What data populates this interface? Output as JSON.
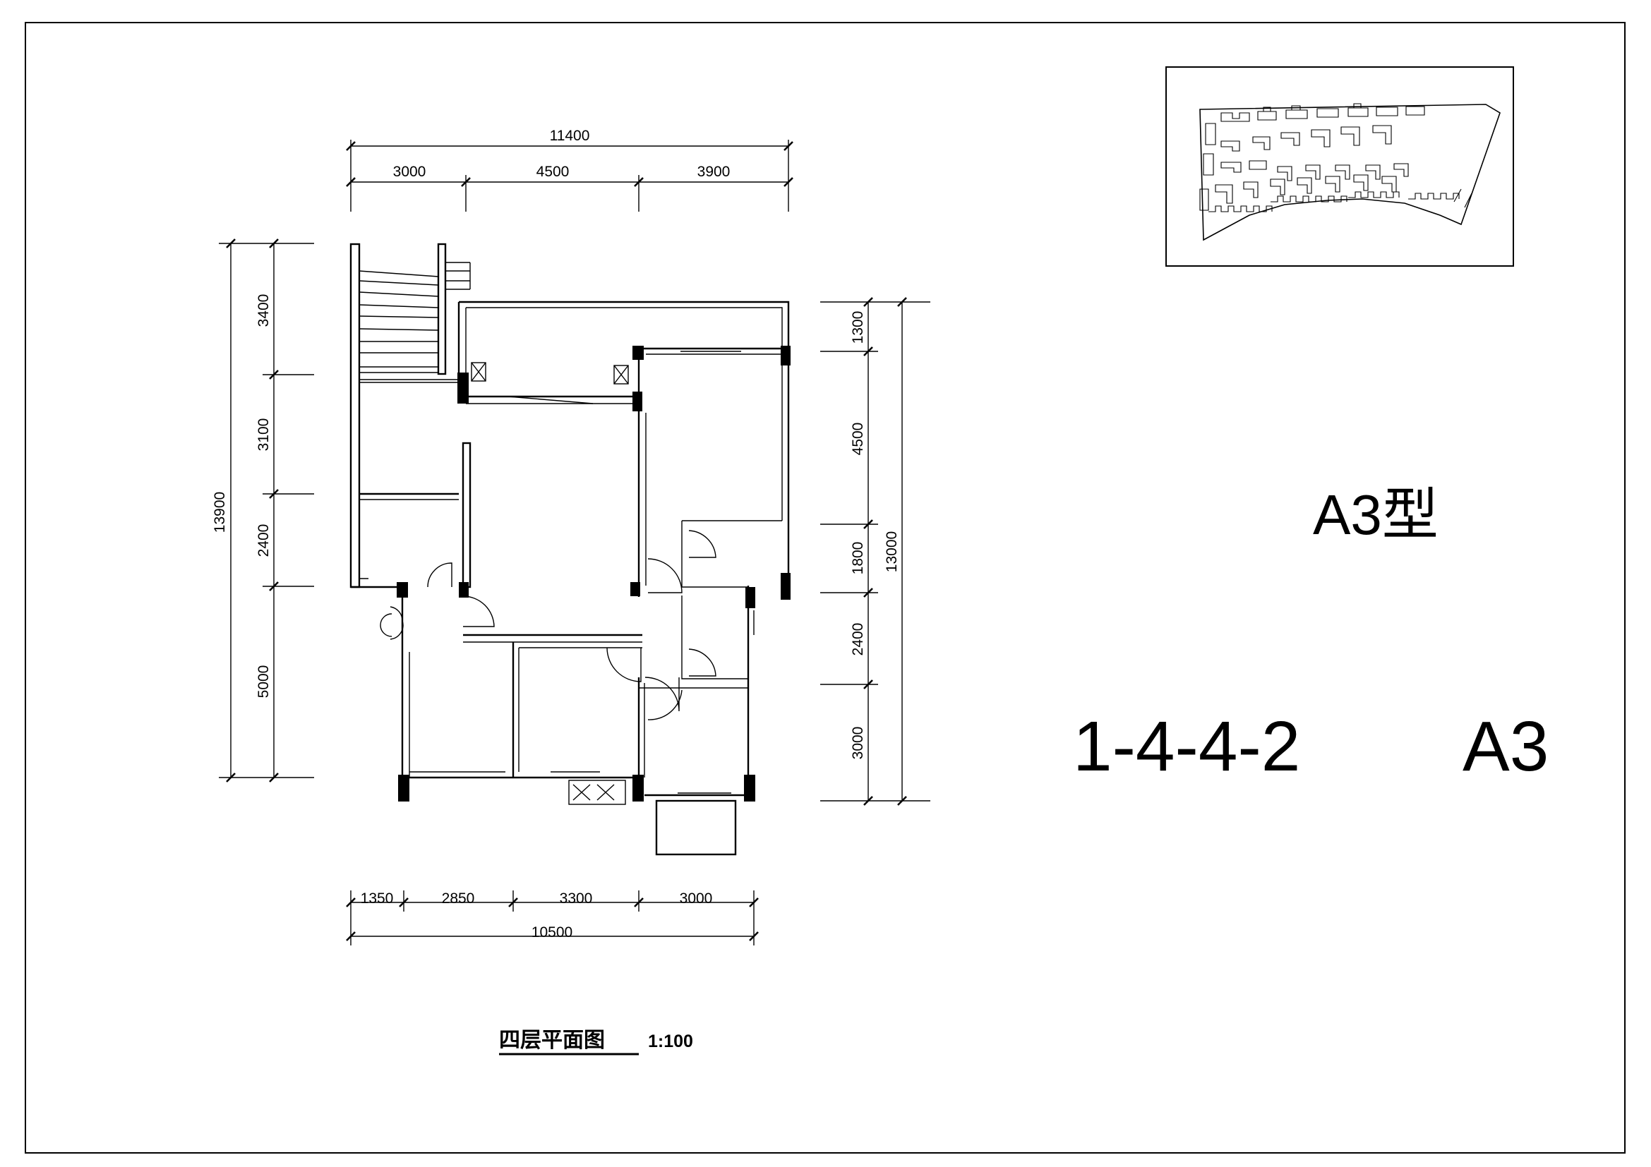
{
  "drawing": {
    "type_label": "A3型",
    "unit_code": "1-4-4-2",
    "unit_type": "A3",
    "caption": "四层平面图",
    "scale": "1:100"
  },
  "dimensions": {
    "top_total": "11400",
    "top_segments": [
      "3000",
      "4500",
      "3900"
    ],
    "bottom_total": "10500",
    "bottom_segments": [
      "1350",
      "2850",
      "3300",
      "3000"
    ],
    "left_total": "13900",
    "left_segments": [
      "3400",
      "3100",
      "2400",
      "5000"
    ],
    "right_total": "13000",
    "right_segments": [
      "1300",
      "4500",
      "1800",
      "2400",
      "3000"
    ]
  },
  "icons": {
    "site_plan": "site-plan-thumbnail",
    "floor_plan": "floor-plan"
  }
}
